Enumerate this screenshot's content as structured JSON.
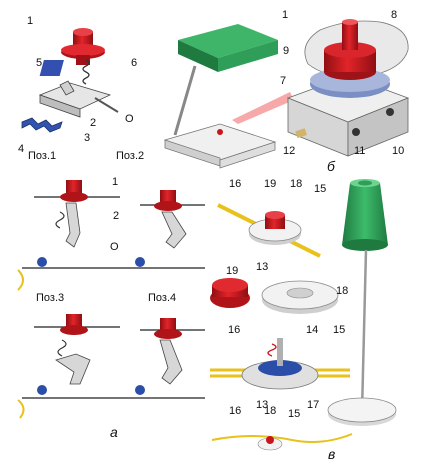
{
  "captions": {
    "poz1": "Поз.1",
    "poz2": "Поз.2",
    "poz3": "Поз.3",
    "poz4": "Поз.4",
    "a": "а",
    "b": "б",
    "v": "в"
  },
  "numbers": {
    "n1": "1",
    "n2": "2",
    "n3": "3",
    "n4": "4",
    "n5": "5",
    "n6": "6",
    "n7": "7",
    "n8": "8",
    "n9": "9",
    "n10": "10",
    "n11": "11",
    "n12": "12",
    "n13": "13",
    "n14": "14",
    "n15": "15",
    "n16": "16",
    "n17": "17",
    "n18": "18",
    "n19": "19",
    "o": "О"
  },
  "colors": {
    "button_red": "#c8161d",
    "base_gray": "#d8d8d8",
    "lamp_green": "#2e9e58",
    "wire_yellow": "#e8c21a",
    "contact_blue": "#2b4fa8"
  }
}
